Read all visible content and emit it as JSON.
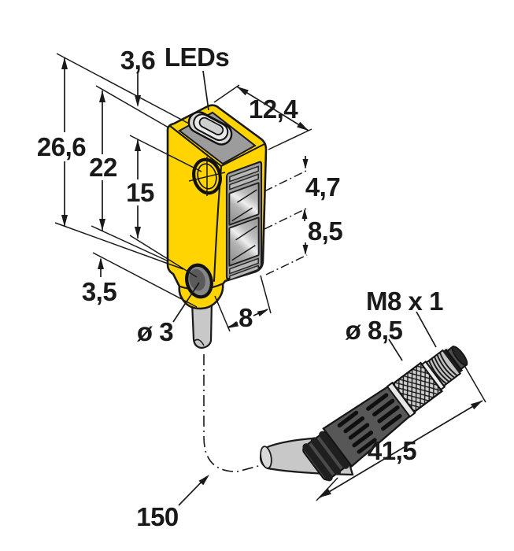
{
  "title": "Photoelectric sensor dimensional drawing with M8 pigtail connector",
  "labels": {
    "leds": "LEDs",
    "top_width": "3,6",
    "depth_top": "12,4",
    "overall_height": "26,6",
    "body_height": "22",
    "hole_spacing": "15",
    "lens1_height": "4,7",
    "lens2_height": "8,5",
    "bottom_offset": "3,5",
    "hole_diameter": "ø 3",
    "depth_bottom": "8",
    "thread_spec": "M8 x 1",
    "connector_diameter": "ø 8,5",
    "connector_length": "41,5",
    "cable_length": "150"
  },
  "colors": {
    "housing_yellow": "#FFD400",
    "outline_black": "#1A1A1A",
    "metal_gray": "#9C9C9C",
    "cable_gray": "#C8C8C8",
    "connector_gray": "#575757",
    "background": "#FFFFFF"
  }
}
